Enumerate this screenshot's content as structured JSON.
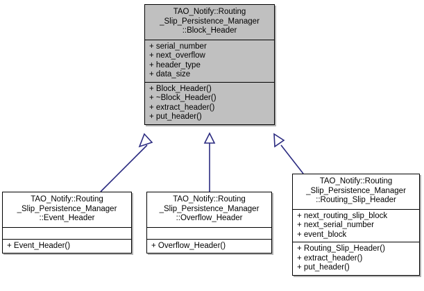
{
  "diagram": {
    "type": "uml-class-inheritance",
    "title": "TAO_Notify::Routing_Slip_Persistence_Manager::Block_Header inheritance diagram",
    "line_color": "#2a2a80",
    "parent_fill": "#c0c0c0",
    "child_fill": "#ffffff",
    "border_color": "#000000"
  },
  "classes": {
    "block_header": {
      "title_lines": [
        "TAO_Notify::Routing",
        "_Slip_Persistence_Manager",
        "::Block_Header"
      ],
      "attributes": [
        "+ serial_number",
        "+ next_overflow",
        "+ header_type",
        "+ data_size"
      ],
      "methods": [
        "+ Block_Header()",
        "+ ~Block_Header()",
        "+ extract_header()",
        "+ put_header()"
      ]
    },
    "event_header": {
      "title_lines": [
        "TAO_Notify::Routing",
        "_Slip_Persistence_Manager",
        "::Event_Header"
      ],
      "attributes": [],
      "methods": [
        "+ Event_Header()"
      ]
    },
    "overflow_header": {
      "title_lines": [
        "TAO_Notify::Routing",
        "_Slip_Persistence_Manager",
        "::Overflow_Header"
      ],
      "attributes": [],
      "methods": [
        "+ Overflow_Header()"
      ]
    },
    "routing_slip_header": {
      "title_lines": [
        "TAO_Notify::Routing",
        "_Slip_Persistence_Manager",
        "::Routing_Slip_Header"
      ],
      "attributes": [
        "+ next_routing_slip_block",
        "+ next_serial_number",
        "+ event_block"
      ],
      "methods": [
        "+ Routing_Slip_Header()",
        "+ extract_header()",
        "+ put_header()"
      ]
    }
  }
}
